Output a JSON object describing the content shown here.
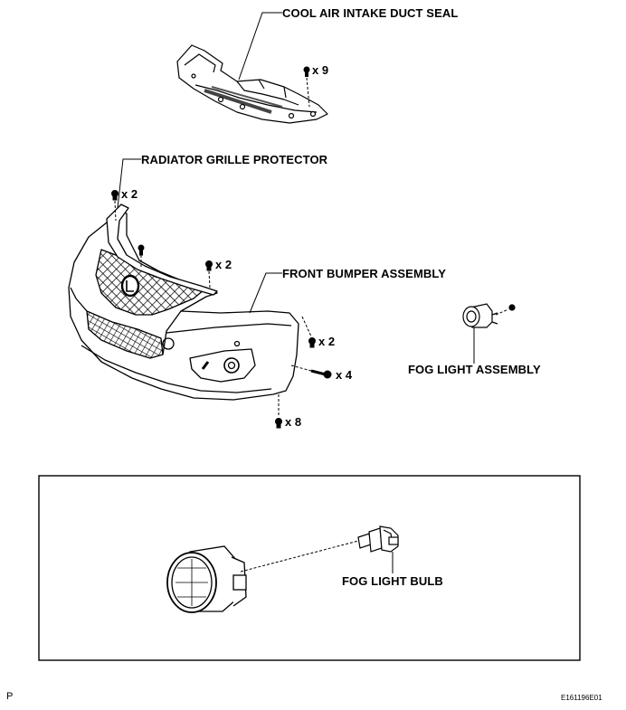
{
  "labels": {
    "cool_air_intake_duct_seal": "COOL AIR INTAKE DUCT SEAL",
    "radiator_grille_protector": "RADIATOR GRILLE PROTECTOR",
    "front_bumper_assembly": "FRONT BUMPER ASSEMBLY",
    "fog_light_assembly": "FOG LIGHT ASSEMBLY",
    "fog_light_bulb": "FOG LIGHT BULB"
  },
  "quantities": {
    "duct_seal_clips": "x 9",
    "grille_top_clips": "x 2",
    "grille_side_clips": "x 2",
    "bumper_side_clips": "x 2",
    "bumper_screws": "x 4",
    "bumper_bottom_clips": "x 8"
  },
  "footer": {
    "page_code": "P",
    "figure_id": "E161196E01"
  }
}
